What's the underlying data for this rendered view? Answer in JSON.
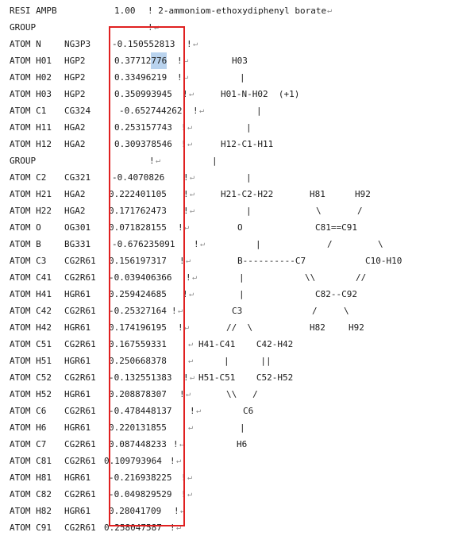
{
  "document": {
    "lines": [
      {
        "a": "RESI AMPB",
        "c": "1.00",
        "d": "! 2-ammoniom-ethoxydiphenyl borate",
        "mark": "↵"
      },
      {
        "a": "GROUP",
        "d": "!",
        "mark": "↵"
      },
      {
        "a": "ATOM N",
        "b": "NG3P3",
        "c": "-0.150552813",
        "d": "!",
        "mark": "↵"
      },
      {
        "a": "ATOM H01",
        "b": "HGP2",
        "c": "0.37712",
        "c_hl": "776",
        "d": "!",
        "e": "H03",
        "mark": "↵"
      },
      {
        "a": "ATOM H02",
        "b": "HGP2",
        "c": "0.33496219",
        "d": "!",
        "e": "|",
        "mark": "↵"
      },
      {
        "a": "ATOM H03",
        "b": "HGP2",
        "c": "0.350993945",
        "d": "!",
        "e": "H01-N-H02  (+1)",
        "mark": "↵"
      },
      {
        "a": "ATOM C1",
        "b": "CG324",
        "c": "-0.652744262",
        "d": "!",
        "e": "|",
        "mark": "↵"
      },
      {
        "a": "ATOM H11",
        "b": "HGA2",
        "c": "0.253157743",
        "d": "!",
        "e": "|",
        "mark": "↵"
      },
      {
        "a": "ATOM H12",
        "b": "HGA2",
        "c": "0.309378546",
        "d": "!",
        "e": "H12-C1-H11",
        "mark": "↵"
      },
      {
        "a": "GROUP",
        "d": "!",
        "e": "|",
        "mark": "↵"
      },
      {
        "a": "ATOM C2",
        "b": "CG321",
        "c": "-0.4070826",
        "d": "!",
        "e": "|",
        "mark": "↵"
      },
      {
        "a": "ATOM H21",
        "b": "HGA2",
        "c": "0.222401105",
        "d": "!",
        "e": "H21-C2-H22",
        "f": "H81",
        "g": "H92",
        "mark": "↵"
      },
      {
        "a": "ATOM H22",
        "b": "HGA2",
        "c": "0.171762473",
        "d": "!",
        "e": "|",
        "f": "\\",
        "g": "/",
        "mark": "↵"
      },
      {
        "a": "ATOM O",
        "b": "OG301",
        "c": "0.071828155",
        "d": "!",
        "e": "O",
        "f": "C81==C91",
        "mark": "↵"
      },
      {
        "a": "ATOM B",
        "b": "BG331",
        "c": "-0.676235091",
        "d": "!",
        "e": "|",
        "f": "/",
        "g": "\\",
        "mark": "↵"
      },
      {
        "a": "ATOM C3",
        "b": "CG2R61",
        "c": "0.156197317",
        "d": "!",
        "e": "B----------C7",
        "f": "C10-H10",
        "mark": "↵"
      },
      {
        "a": "ATOM C41",
        "b": "CG2R61",
        "c": "-0.039406366",
        "d": "!",
        "e": "|",
        "f": "\\\\",
        "g": "//",
        "mark": "↵"
      },
      {
        "a": "ATOM H41",
        "b": "HGR61",
        "c": "0.259424685",
        "d": "!",
        "e": "|",
        "f": "C82--C92",
        "mark": "↵"
      },
      {
        "a": "ATOM C42",
        "b": "CG2R61",
        "c": "-0.25327164",
        "d": "!",
        "e": "C3",
        "f": "/",
        "g": "\\",
        "mark": "↵"
      },
      {
        "a": "ATOM H42",
        "b": "HGR61",
        "c": "0.174196195",
        "d": "!",
        "e": "//  \\",
        "f": "H82",
        "g": "H92",
        "mark": "↵"
      },
      {
        "a": "ATOM C51",
        "b": "CG2R61",
        "c": "0.167559331",
        "d": "!",
        "e": "H41-C41    C42-H42",
        "mark": "↵"
      },
      {
        "a": "ATOM H51",
        "b": "HGR61",
        "c": "0.250668378",
        "d": "!",
        "e": "|      ||",
        "mark": "↵"
      },
      {
        "a": "ATOM C52",
        "b": "CG2R61",
        "c": "-0.132551383",
        "d": "!",
        "e": "H51-C51    C52-H52",
        "mark": "↵"
      },
      {
        "a": "ATOM H52",
        "b": "HGR61",
        "c": "0.208878307",
        "d": "!",
        "e": "\\\\   /",
        "mark": "↵"
      },
      {
        "a": "ATOM C6",
        "b": "CG2R61",
        "c": "-0.478448137",
        "d": "!",
        "e": "C6",
        "mark": "↵"
      },
      {
        "a": "ATOM H6",
        "b": "HGR61",
        "c": "0.220131855",
        "d": "!",
        "e": "|",
        "mark": "↵"
      },
      {
        "a": "ATOM C7",
        "b": "CG2R61",
        "c": "0.087448233",
        "d": "!",
        "e": "H6",
        "mark": "↵"
      },
      {
        "a": "ATOM C81",
        "b": "CG2R61",
        "c": "0.109793964",
        "d": "!",
        "mark": "↵"
      },
      {
        "a": "ATOM H81",
        "b": "HGR61",
        "c": "-0.216938225",
        "d": "!",
        "mark": "↵"
      },
      {
        "a": "ATOM C82",
        "b": "CG2R61",
        "c": "-0.049829529",
        "d": "!",
        "mark": "↵"
      },
      {
        "a": "ATOM H82",
        "b": "HGR61",
        "c": "0.28041709",
        "d": "!",
        "mark": "↵"
      },
      {
        "a": "ATOM C91",
        "b": "CG2R61",
        "c": "0.258047587",
        "d": "!",
        "mark": "↵"
      }
    ]
  },
  "colors": {
    "highlight_box": "#e02020",
    "selection": "#b9d3ee"
  }
}
